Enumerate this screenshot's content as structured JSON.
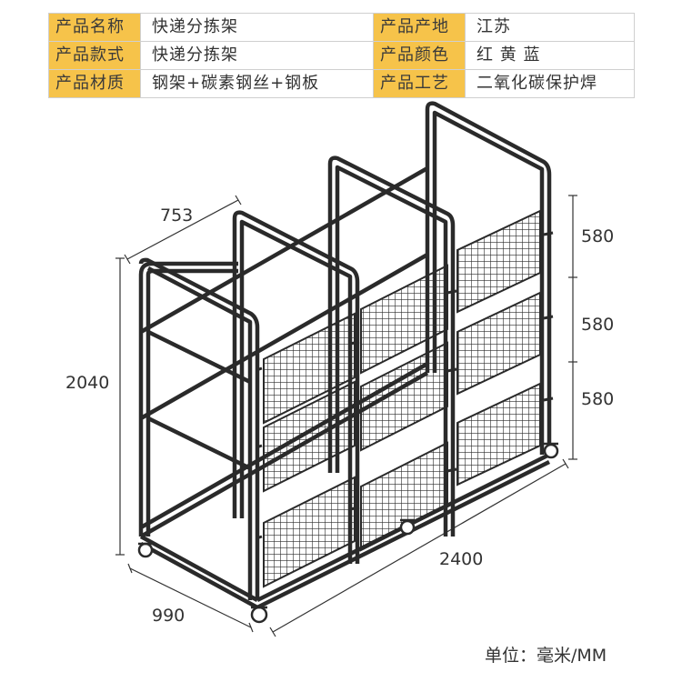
{
  "spec": {
    "rows": [
      {
        "label_l": "产品名称",
        "value_l": "快递分拣架",
        "label_r": "产品产地",
        "value_r": "江苏"
      },
      {
        "label_l": "产品款式",
        "value_l": "快递分拣架",
        "label_r": "产品颜色",
        "value_r": "红 黄 蓝"
      },
      {
        "label_l": "产品材质",
        "value_l": "钢架+碳素钢丝+钢板",
        "label_r": "产品工艺",
        "value_r": "二氧化碳保护焊"
      }
    ]
  },
  "dimensions": {
    "top_depth": "753",
    "height": "2040",
    "depth": "990",
    "length": "2400",
    "tier_1": "580",
    "tier_2": "580",
    "tier_3": "580"
  },
  "unit_note": "单位：毫米/MM",
  "colors": {
    "label_bg": "#f6c34a",
    "line": "#2a2a2a"
  }
}
